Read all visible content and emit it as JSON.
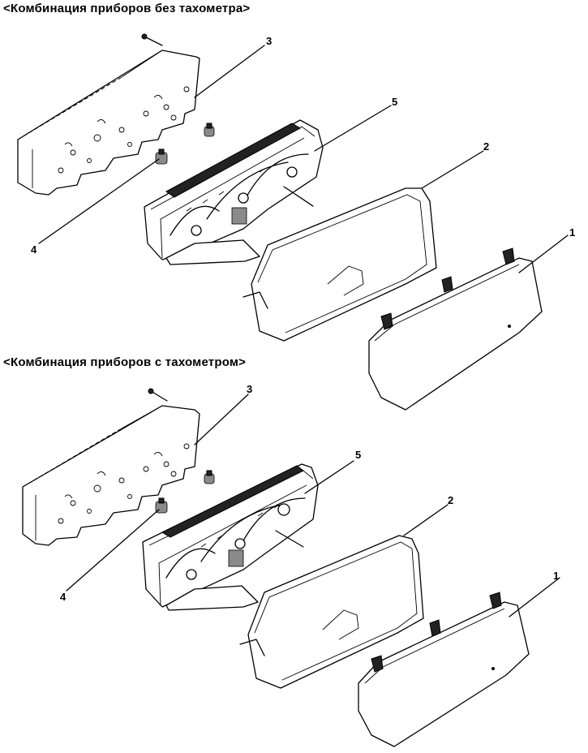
{
  "sections": [
    {
      "title": "<Комбинация приборов без тахометра>",
      "callouts": {
        "c1": "1",
        "c2": "2",
        "c3": "3",
        "c4": "4",
        "c5": "5"
      }
    },
    {
      "title": "<Комбинация приборов с тахометром>",
      "callouts": {
        "c1": "1",
        "c2": "2",
        "c3": "3",
        "c4": "4",
        "c5": "5"
      }
    }
  ]
}
